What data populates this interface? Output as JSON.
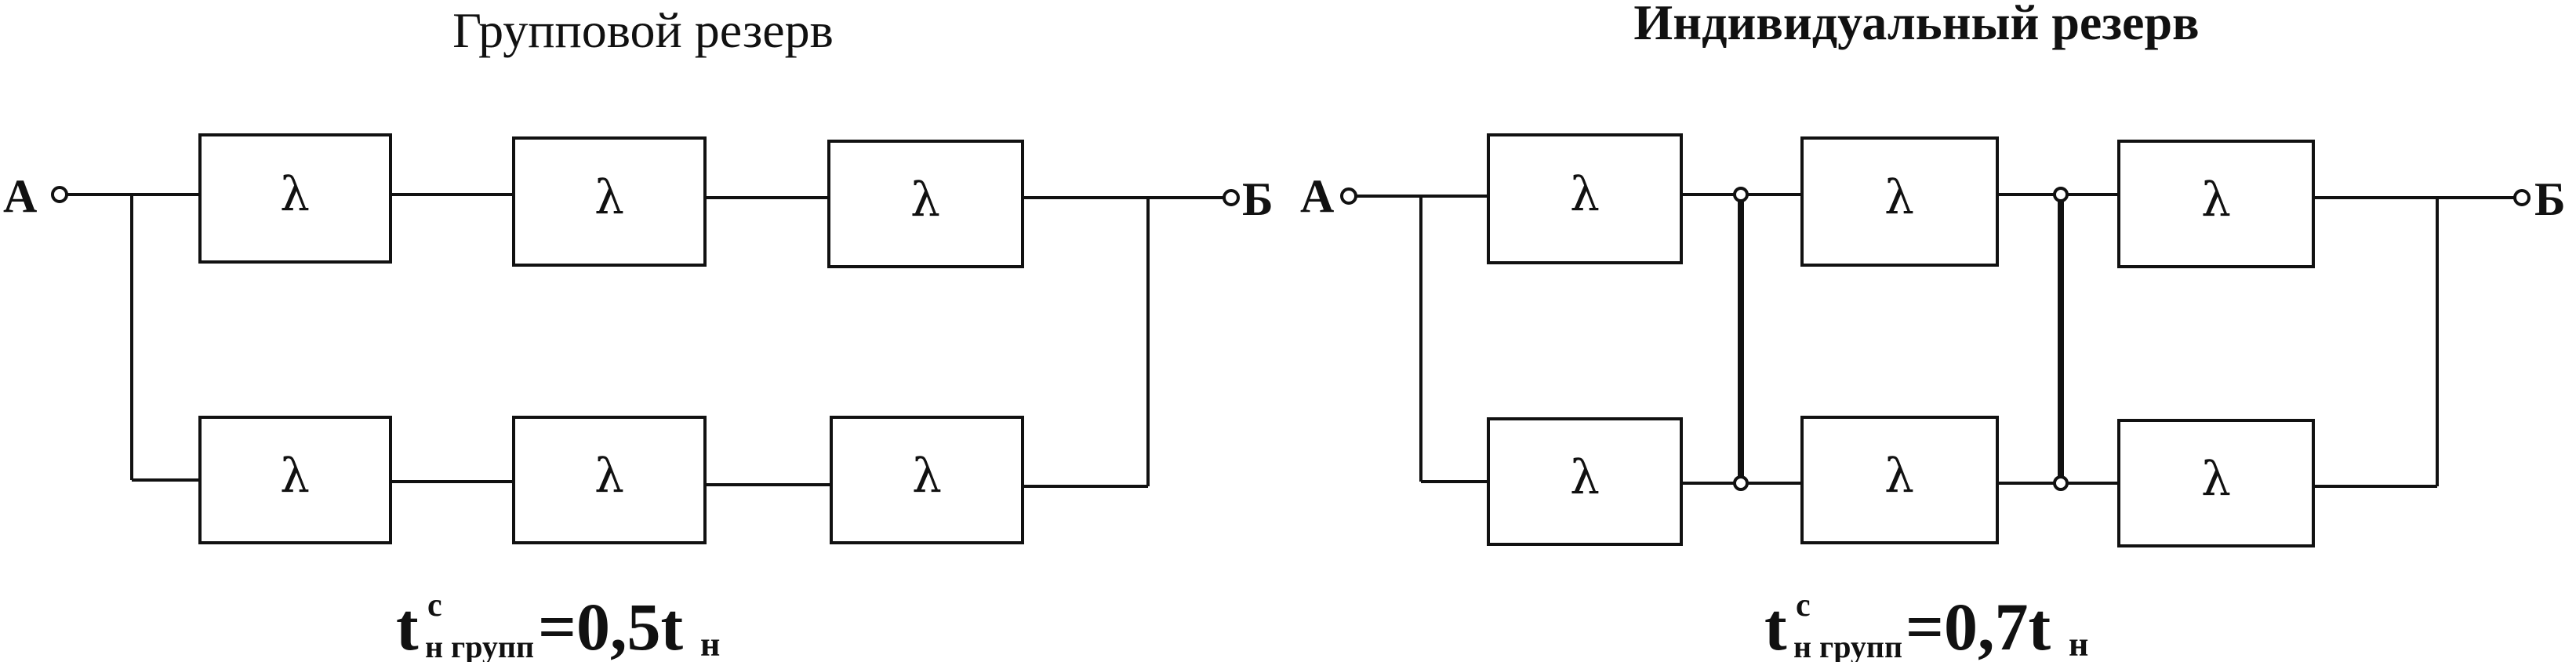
{
  "group": {
    "title": "Групповой резерв",
    "terminal_in": "А",
    "terminal_out": "Б",
    "block_label": "λ",
    "formula": {
      "t": "t",
      "sup": "c",
      "sub": "н групп",
      "rest": "=0,5t",
      "sub2": "н"
    }
  },
  "individual": {
    "title": "Индивидуальный резерв",
    "terminal_in": "А",
    "terminal_out": "Б",
    "block_label": "λ",
    "formula": {
      "t": "t",
      "sup": "c",
      "sub": "н групп",
      "rest": "=0,7t",
      "sub2": "н"
    }
  }
}
